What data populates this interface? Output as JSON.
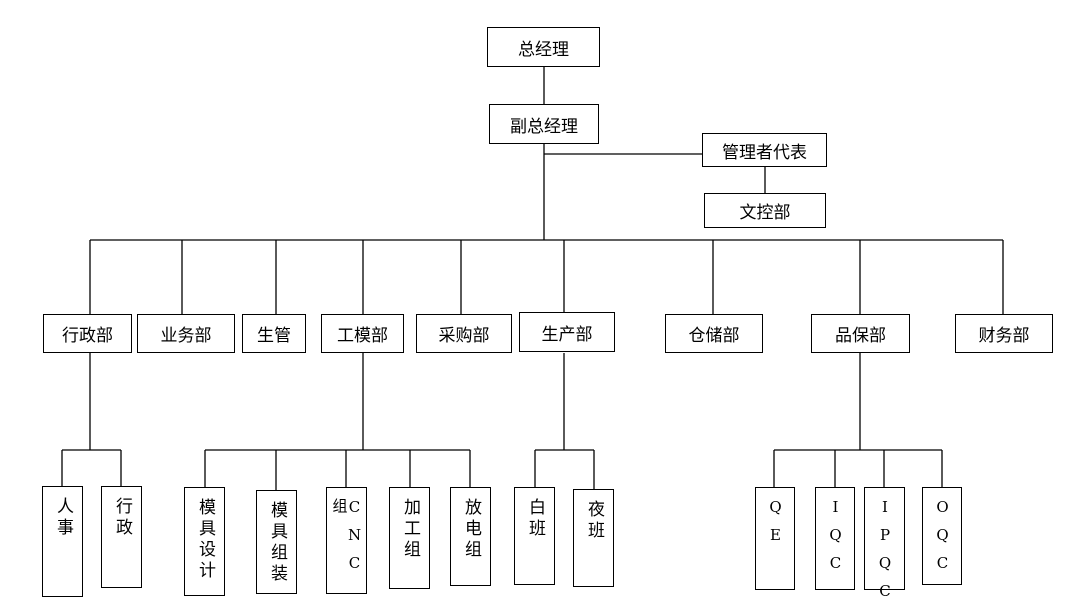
{
  "top": {
    "gm": "总经理",
    "dgm": "副总经理",
    "mgmt_rep": "管理者代表",
    "doc_ctrl": "文控部"
  },
  "departments": {
    "admin": "行政部",
    "business": "业务部",
    "prod_mgmt": "生管",
    "mold": "工模部",
    "purchasing": "采购部",
    "production": "生产部",
    "warehouse": "仓储部",
    "quality": "品保部",
    "finance": "财务部"
  },
  "sub": {
    "hr": "人事",
    "admin": "行政",
    "mold_design": "模具设计",
    "mold_assembly": "模具组装",
    "cnc": "CNC组",
    "machining": "加工组",
    "edm": "放电组",
    "day_shift": "白班",
    "night_shift": "夜班",
    "qe": "QE",
    "iqc": "IQC",
    "ipqc": "IPQC",
    "oqc": "OQC"
  }
}
